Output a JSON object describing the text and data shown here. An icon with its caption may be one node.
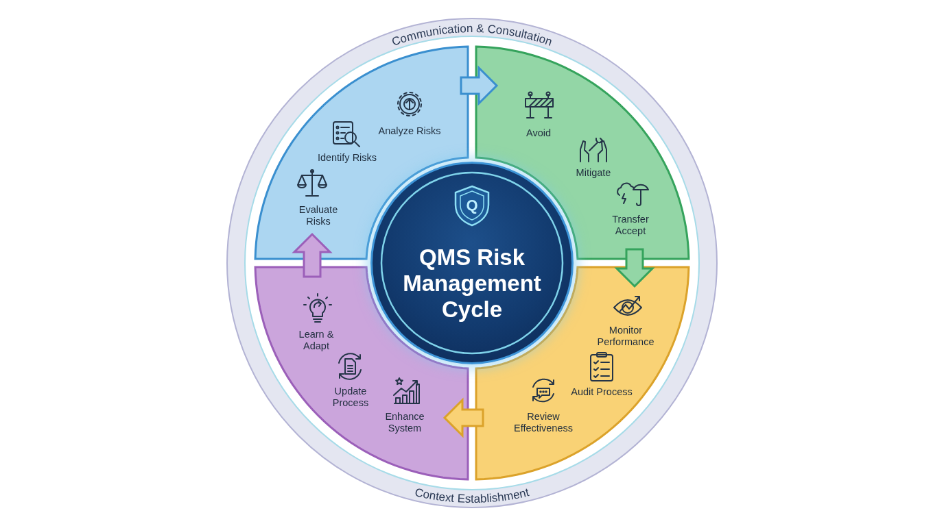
{
  "diagram": {
    "nodes": [
      {
        "text": [
          "Communication & Consultation",
          "Context Establishment"
        ]
      },
      {
        "text": [
          "Analyze Risks",
          "Identify Risks",
          "Evaluate Risks"
        ],
        "in": 0
      },
      {
        "text": [
          "Avoid",
          "Mitigate",
          "Transfer Accept"
        ],
        "in": 0
      },
      {
        "text": [
          "Monitor Performance",
          "Audit Process",
          "Review Effectiveness"
        ],
        "in": 0
      },
      {
        "text": [
          "Learn & Adapt",
          "Update Process",
          "Enhance System"
        ],
        "in": 0
      },
      {
        "text": [
          "Q",
          "QMS Risk Management Cycle"
        ],
        "in": 0
      }
    ],
    "edges": [
      {
        "from": 1,
        "to": 2,
        "arrow": "to"
      },
      {
        "from": 2,
        "to": 3,
        "arrow": "to"
      },
      {
        "from": 3,
        "to": 4,
        "arrow": "to"
      },
      {
        "from": 4,
        "to": 1,
        "arrow": "to"
      }
    ]
  }
}
